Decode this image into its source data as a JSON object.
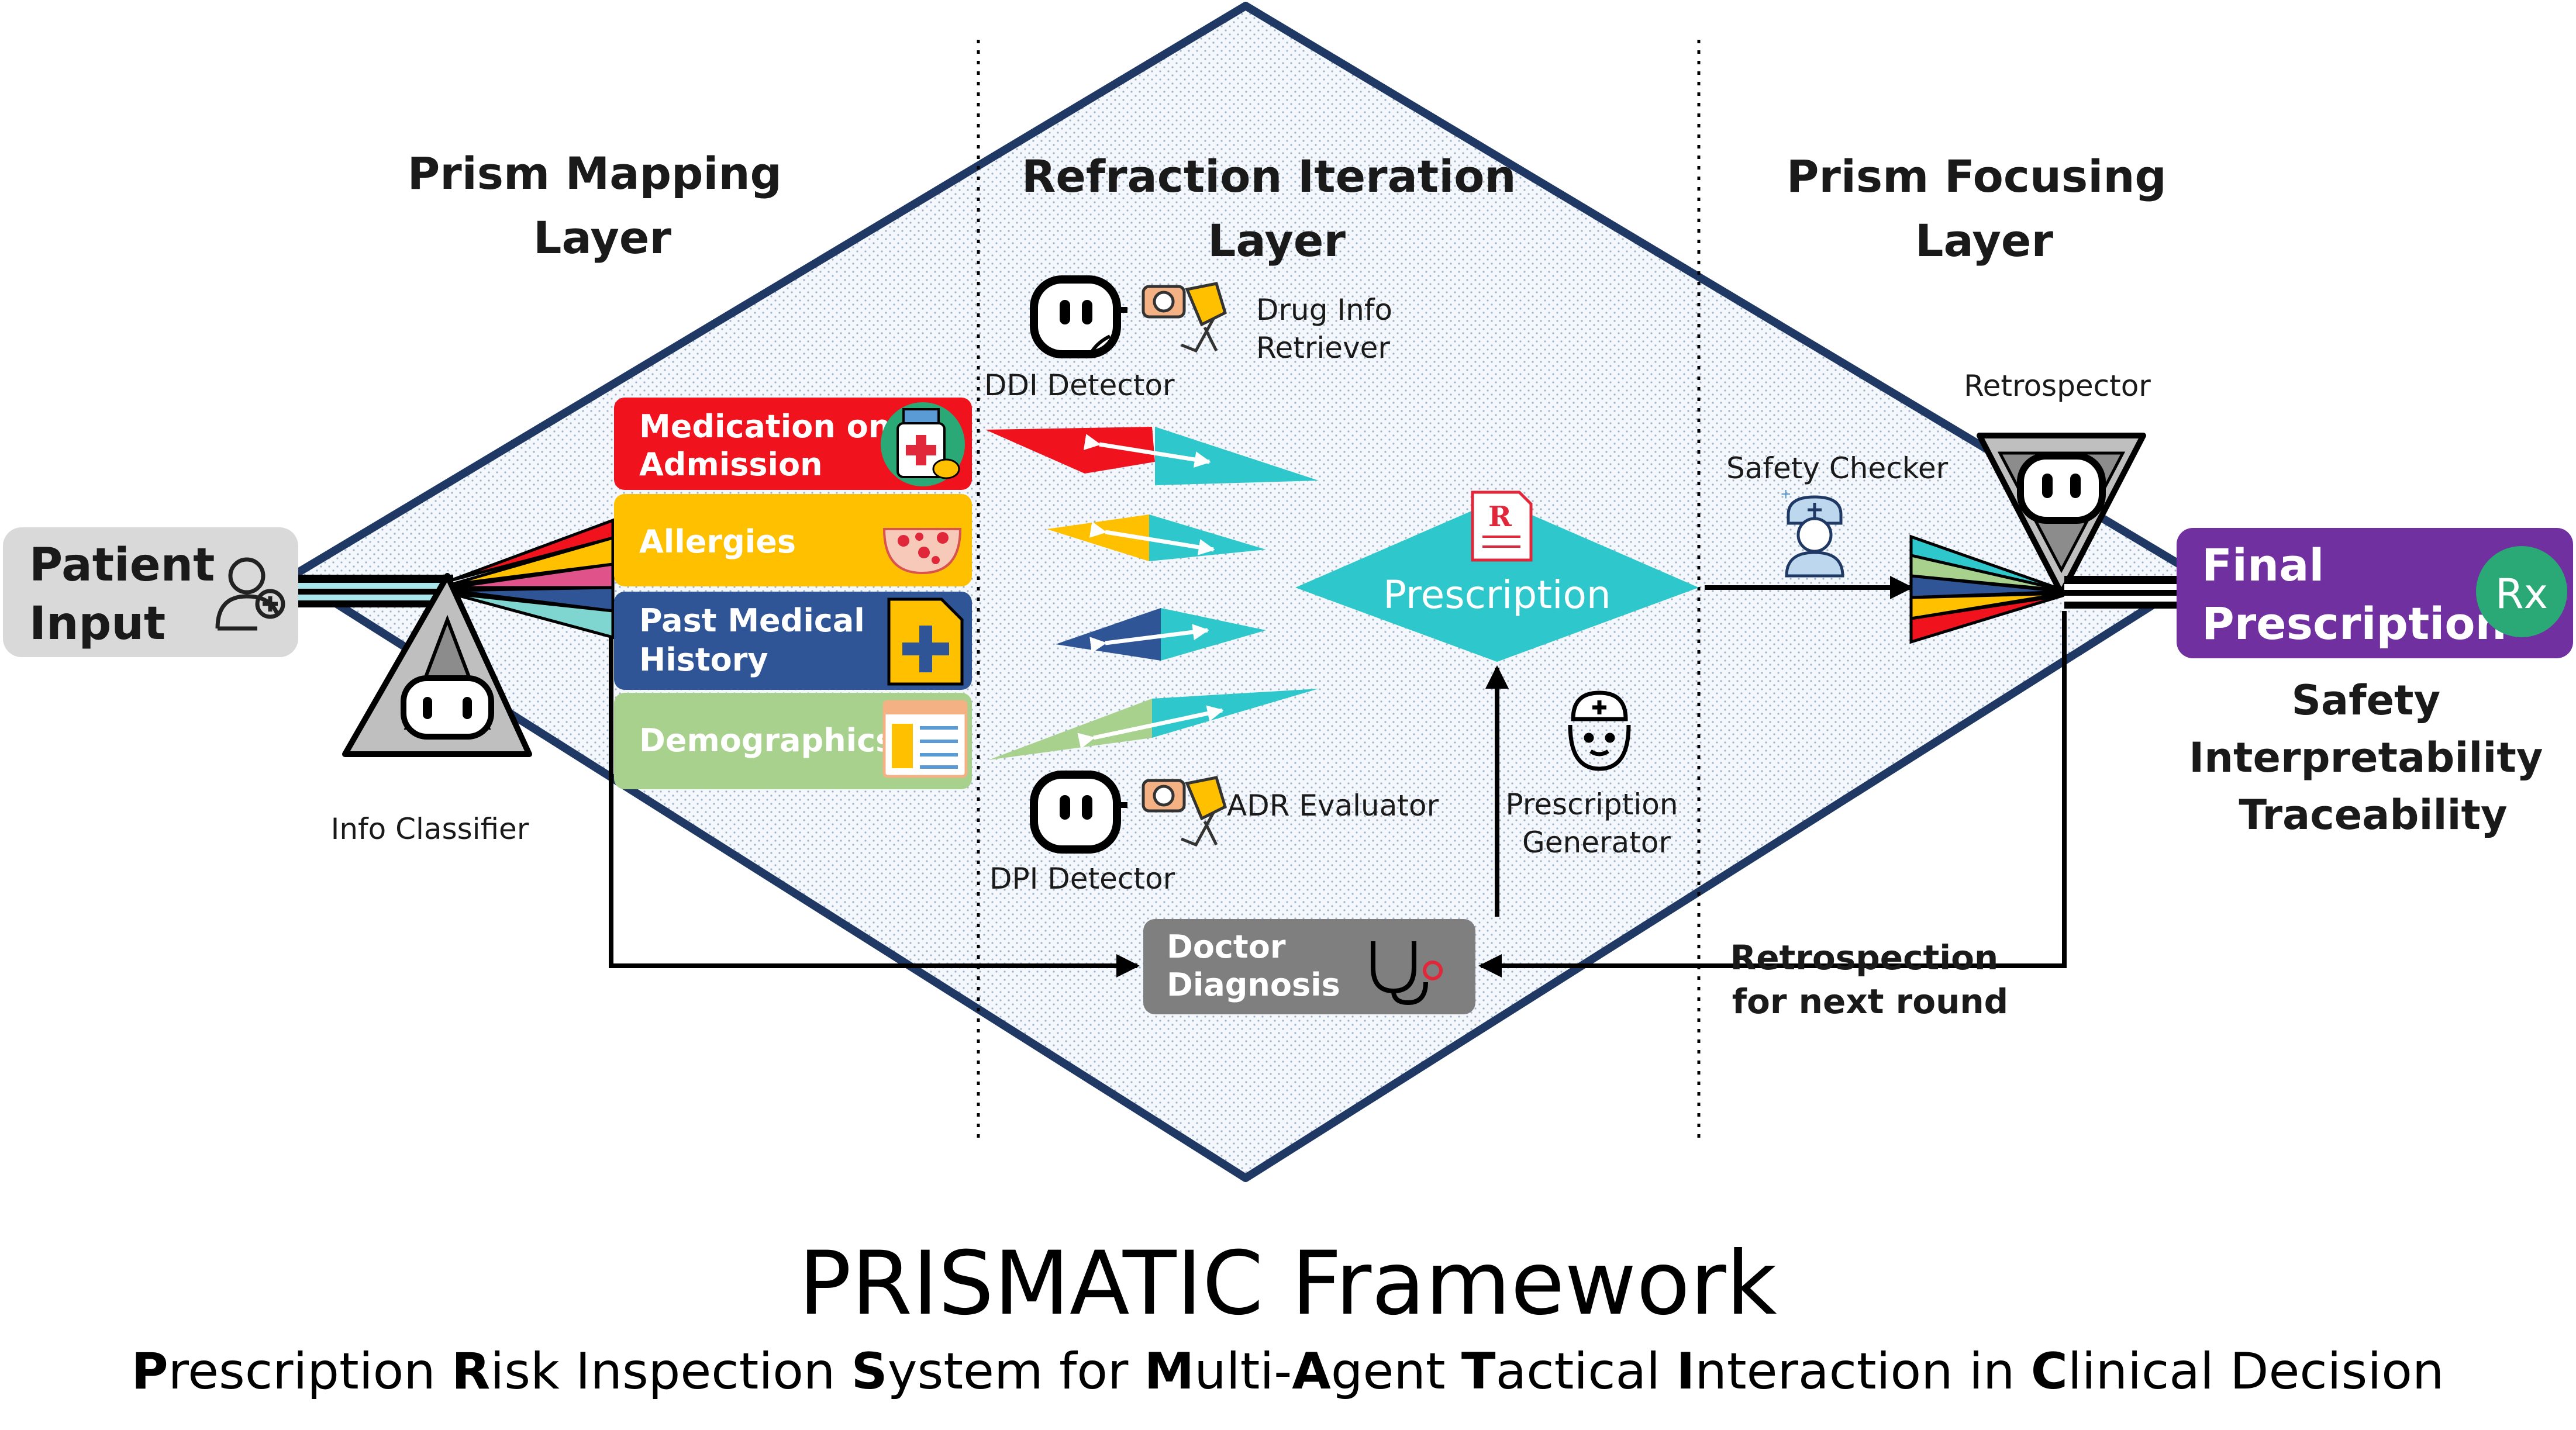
{
  "layers": {
    "mapping": [
      "Prism Mapping",
      "Layer"
    ],
    "refraction": [
      "Refraction Iteration",
      "Layer"
    ],
    "focusing": [
      "Prism Focusing",
      "Layer"
    ]
  },
  "patient_input": [
    "Patient",
    "Input"
  ],
  "info_classifier": "Info Classifier",
  "categories": [
    {
      "lines": [
        "Medication on",
        "Admission"
      ],
      "color": "#f0121d",
      "icon": "medicine-bottle-icon"
    },
    {
      "lines": [
        "Allergies"
      ],
      "color": "#ffc000",
      "icon": "allergy-rash-icon"
    },
    {
      "lines": [
        "Past Medical",
        "History"
      ],
      "color": "#2f5597",
      "icon": "medical-file-plus-icon"
    },
    {
      "lines": [
        "Demographics"
      ],
      "color": "#a9d18e",
      "icon": "profile-form-icon"
    }
  ],
  "agents": {
    "ddi_detector": "DDI Detector",
    "drug_info_retriever": [
      "Drug Info",
      "Retriever"
    ],
    "adr_evaluator": "ADR Evaluator",
    "dpi_detector": "DPI Detector",
    "prescription_generator": [
      "Prescription",
      "Generator"
    ],
    "safety_checker": "Safety Checker",
    "retrospector": "Retrospector"
  },
  "prescription": "Prescription",
  "doctor_diagnosis": [
    "Doctor",
    "Diagnosis"
  ],
  "retrospection": [
    "Retrospection",
    "for next round"
  ],
  "final_prescription": [
    "Final",
    "Prescription"
  ],
  "rx_symbol": "Rx",
  "properties": [
    "Safety",
    "Interpretability",
    "Traceability"
  ],
  "title": "PRISMATIC  Framework",
  "subtitle_parts": [
    {
      "initial": "P",
      "rest": "rescription "
    },
    {
      "initial": "R",
      "rest": "isk Inspection "
    },
    {
      "initial": "S",
      "rest": "ystem for "
    },
    {
      "initial": "M",
      "rest": "ulti-"
    },
    {
      "initial": "A",
      "rest": "gent "
    },
    {
      "initial": "T",
      "rest": "actical "
    },
    {
      "initial": "I",
      "rest": "nteraction in "
    },
    {
      "initial": "C",
      "rest": "linical Decision"
    }
  ],
  "colors": {
    "red": "#f0121d",
    "yellow": "#ffc000",
    "blue": "#2f5597",
    "green": "#a9d18e",
    "teal": "#2ec8cc",
    "purple": "#7030a0",
    "diamond_border": "#1f3864",
    "doctor_box": "#7f7f7f",
    "input_box": "#d9d9d9"
  }
}
